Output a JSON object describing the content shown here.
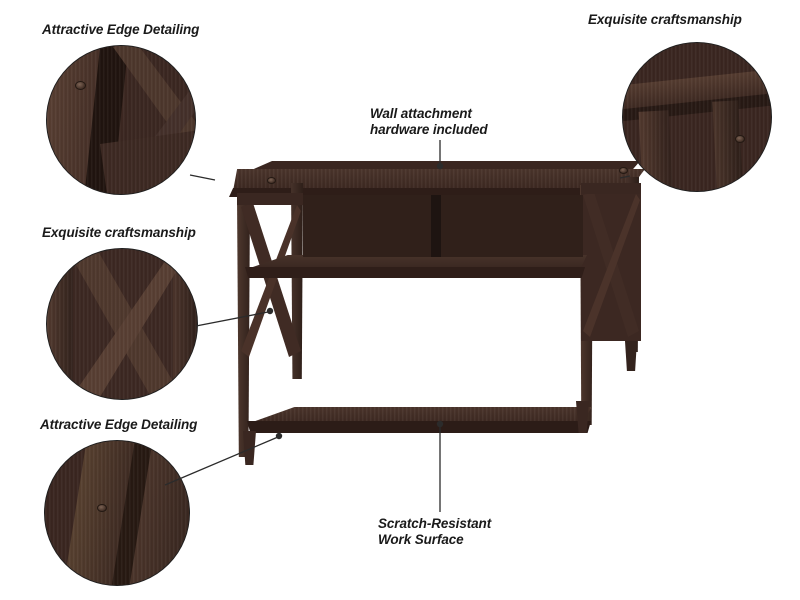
{
  "image": {
    "subject": "dark espresso wood console table product feature diagram",
    "background_color": "#ffffff"
  },
  "callouts": [
    {
      "id": "edge-detailing-top-left",
      "label": "Attractive Edge Detailing",
      "position": "top-left"
    },
    {
      "id": "craftsmanship-top-right",
      "label": "Exquisite craftsmanship",
      "position": "top-right"
    },
    {
      "id": "wall-attachment",
      "label": "Wall attachment\nhardware included",
      "position": "top-center"
    },
    {
      "id": "craftsmanship-mid-left",
      "label": "Exquisite craftsmanship",
      "position": "middle-left"
    },
    {
      "id": "edge-detailing-bottom-left",
      "label": "Attractive Edge Detailing",
      "position": "bottom-left"
    },
    {
      "id": "scratch-resistant",
      "label": "Scratch-Resistant\nWork Surface",
      "position": "bottom-center"
    }
  ],
  "detail_views": [
    {
      "id": "detail-edge-top-left",
      "describes": "close-up of beveled table edge with screw hole"
    },
    {
      "id": "detail-craftsmanship-top-right",
      "describes": "close-up of tabletop corner and leg joint"
    },
    {
      "id": "detail-craftsmanship-mid-left",
      "describes": "close-up of X-shaped side brace cross joint"
    },
    {
      "id": "detail-edge-bottom-left",
      "describes": "close-up of tapered leg foot edge"
    }
  ],
  "colors": {
    "wood_dark": "#3c2822",
    "wood_mid": "#4b352c",
    "wood_light": "#6a4d3e",
    "outline": "#1f1f1f",
    "text": "#1a1a1a",
    "leader_line": "#2b2b2b"
  }
}
